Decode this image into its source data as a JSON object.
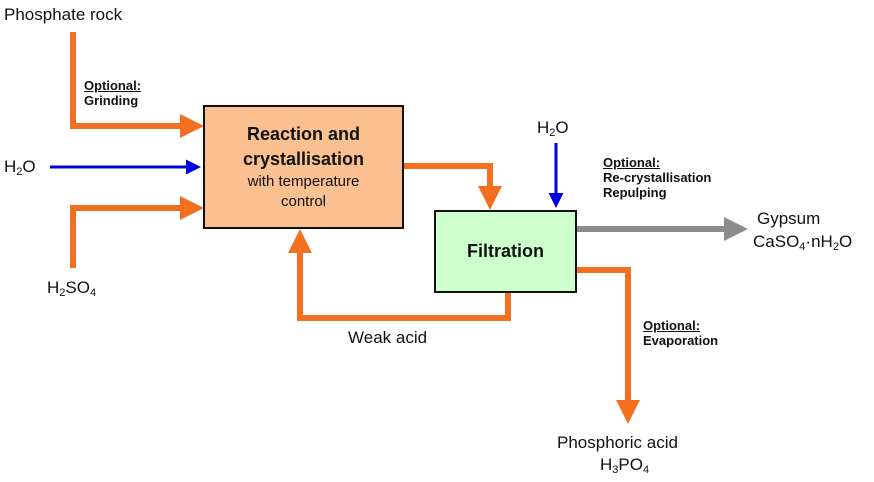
{
  "colors": {
    "solid_flow": "#f47020",
    "water_flow": "#0000e6",
    "product_flow": "#8c8c8c",
    "reaction_fill": "#fac090",
    "filtration_fill": "#ccffcc"
  },
  "inputs": {
    "phosphate_rock": "Phosphate rock",
    "water_left": {
      "main": "H",
      "sub": "2",
      "tail": "O"
    },
    "sulfuric_acid": {
      "a": "H",
      "b": "2",
      "c": "SO",
      "d": "4"
    },
    "water_top": {
      "main": "H",
      "sub": "2",
      "tail": "O"
    }
  },
  "optional_grinding": {
    "title": "Optional:",
    "line": "Grinding"
  },
  "optional_recrystallisation": {
    "title": "Optional:",
    "line1": "Re-crystallisation",
    "line2": "Repulping"
  },
  "optional_evaporation": {
    "title": "Optional:",
    "line": "Evaporation"
  },
  "reaction_box": {
    "line1": "Reaction and",
    "line2": "crystallisation",
    "line3": "with temperature",
    "line4": "control"
  },
  "filtration_box": {
    "label": "Filtration"
  },
  "recycle_label": "Weak acid",
  "gypsum": {
    "name": "Gypsum",
    "formula": {
      "a": "CaSO",
      "b": "4",
      "c": "·nH",
      "d": "2",
      "e": "O"
    }
  },
  "phosphoric_acid": {
    "name": "Phosphoric acid",
    "formula": {
      "a": "H",
      "b": "3",
      "c": "PO",
      "d": "4"
    }
  }
}
